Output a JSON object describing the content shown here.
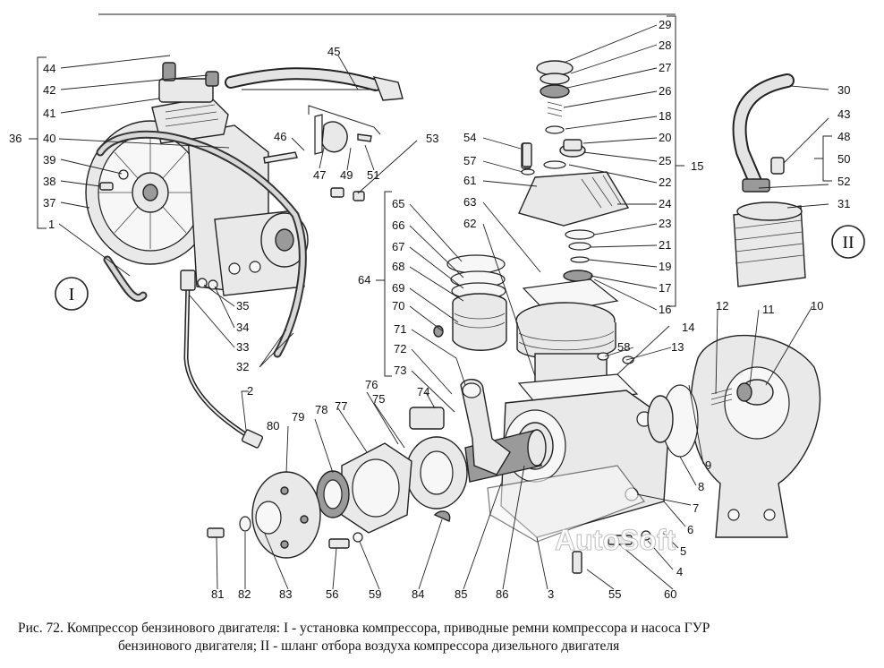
{
  "figure": {
    "caption_line1": "Рис. 72. Компрессор бензинового двигателя: I - установка компрессора, приводные ремни компрессора и насоса ГУР",
    "caption_line2": "бензинового двигателя; II - шланг отбора воздуха компрессора дизельного двигателя",
    "view_labels": {
      "view_1": "I",
      "view_2": "II"
    },
    "watermark": "AutoSoft"
  },
  "callouts": {
    "c1": "1",
    "c2": "2",
    "c3": "3",
    "c4": "4",
    "c5": "5",
    "c6": "6",
    "c7": "7",
    "c8": "8",
    "c9": "9",
    "c10": "10",
    "c11": "11",
    "c12": "12",
    "c13": "13",
    "c14": "14",
    "c15": "15",
    "c16": "16",
    "c17": "17",
    "c18": "18",
    "c19": "19",
    "c20": "20",
    "c21": "21",
    "c22": "22",
    "c23": "23",
    "c24": "24",
    "c25": "25",
    "c26": "26",
    "c27": "27",
    "c28": "28",
    "c29": "29",
    "c30": "30",
    "c31": "31",
    "c32": "32",
    "c33": "33",
    "c34": "34",
    "c35": "35",
    "c36": "36",
    "c37": "37",
    "c38": "38",
    "c39": "39",
    "c40": "40",
    "c41": "41",
    "c42": "42",
    "c43": "43",
    "c44": "44",
    "c45": "45",
    "c46": "46",
    "c47": "47",
    "c48": "48",
    "c49": "49",
    "c50": "50",
    "c51": "51",
    "c52": "52",
    "c53": "53",
    "c54": "54",
    "c55": "55",
    "c56": "56",
    "c57": "57",
    "c58": "58",
    "c59": "59",
    "c60": "60",
    "c61": "61",
    "c62": "62",
    "c63": "63",
    "c64": "64",
    "c65": "65",
    "c66": "66",
    "c67": "67",
    "c68": "68",
    "c69": "69",
    "c70": "70",
    "c71": "71",
    "c72": "72",
    "c73": "73",
    "c74": "74",
    "c75": "75",
    "c76": "76",
    "c77": "77",
    "c78": "78",
    "c79": "79",
    "c80": "80",
    "c81": "81",
    "c82": "82",
    "c83": "83",
    "c84": "84",
    "c85": "85",
    "c86": "86"
  }
}
